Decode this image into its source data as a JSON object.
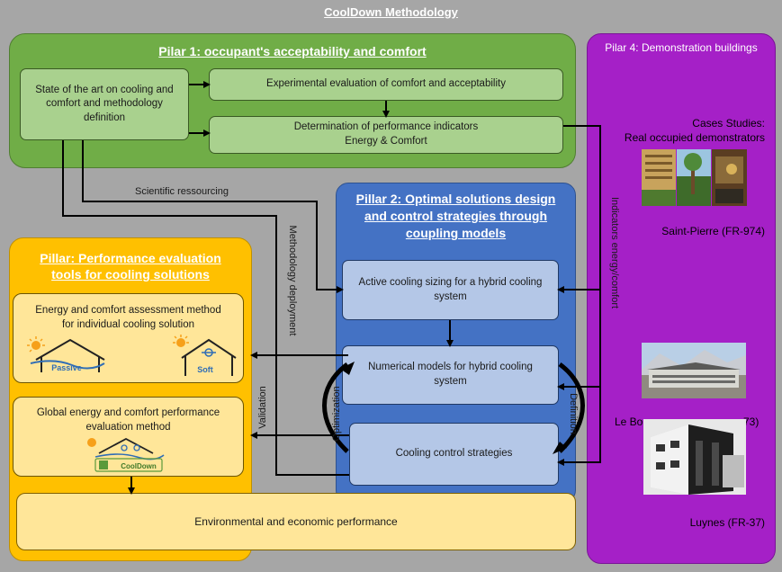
{
  "title": "CoolDown Methodology",
  "pillar1": {
    "title": "Pilar 1: occupant's acceptability and comfort",
    "state_of_art": "State of the art on cooling and comfort and methodology definition",
    "experimental": "Experimental evaluation of comfort and acceptability",
    "indicators_line1": "Determination of performance indicators",
    "indicators_line2": "Energy & Comfort"
  },
  "pillar2": {
    "title_line1": "Pillar 2: Optimal solutions design",
    "title_line2": "and control strategies through",
    "title_line3": "coupling models",
    "box_active": "Active cooling sizing for a hybrid cooling system",
    "box_numerical": "Numerical models for hybrid cooling system",
    "box_control": "Cooling control strategies",
    "label_optimization": "Optimization",
    "label_definition": "Definition"
  },
  "pillar3": {
    "title_line1": "Pillar: Performance evaluation",
    "title_line2": "tools for cooling solutions",
    "box1_line1": "Energy and comfort assessment method",
    "box1_line2": "for individual cooling solution",
    "passive_label": "Passive",
    "soft_label": "Soft",
    "box2_line1": "Global energy and comfort performance",
    "box2_line2": "evaluation method",
    "logo_text": "CoolDown"
  },
  "pillar4": {
    "title": "Pilar 4: Demonstration buildings",
    "cases_line1": "Cases Studies:",
    "cases_line2": "Real occupied demonstrators",
    "site1": "Saint-Pierre (FR-974)",
    "site2_visible_start": "Le Bo",
    "site2_visible_end": "73)",
    "site3": "Luynes (FR-37)"
  },
  "connectors": {
    "scientific": "Scientific ressourcing",
    "methodology": "Methodology deployment",
    "validation": "Validation",
    "indicators": "Indicators energy/comfort"
  },
  "environment": "Environmental and economic performance",
  "colors": {
    "background": "#a6a6a6",
    "pillar1_green": "#70ad47",
    "pillar2_blue": "#4472c4",
    "pillar3_yellow": "#ffc000",
    "pillar4_purple": "#a520c7",
    "light_green": "#a9d18e",
    "light_blue": "#b4c7e7",
    "light_yellow": "#ffe699"
  }
}
